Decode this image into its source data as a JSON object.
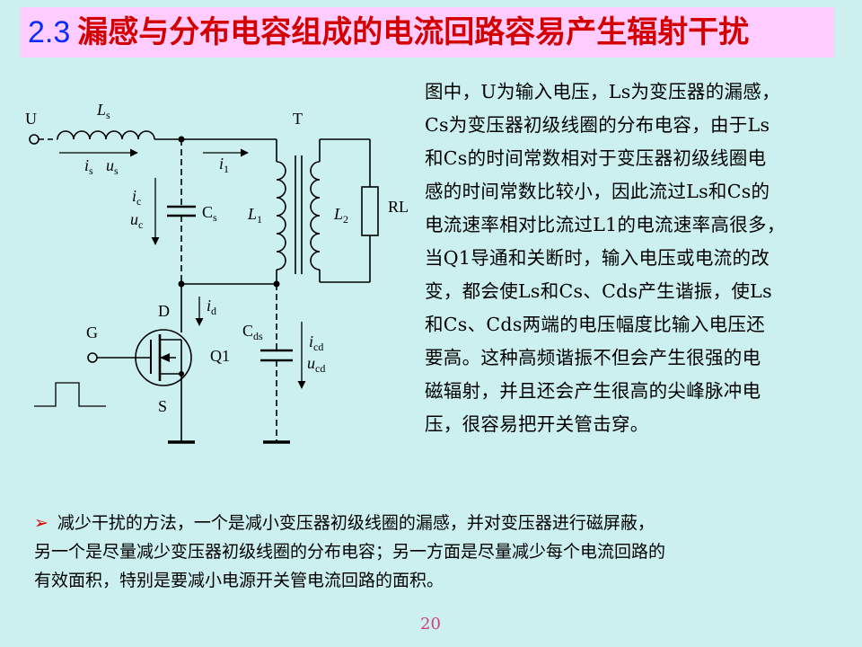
{
  "title": {
    "number": "2.3",
    "text": "漏感与分布电容组成的电流回路容易产生辐射干扰"
  },
  "paragraph_lines": [
    "图中，U为输入电压，Ls为变压器的漏感，",
    "Cs为变压器初级线圈的分布电容，由于Ls",
    "和Cs的时间常数相对于变压器初级线圈电",
    "感的时间常数比较小，因此流过Ls和Cs的",
    "电流速率相对比流过L1的电流速率高很多，",
    "当Q1导通和关断时，输入电压或电流的改",
    "变，都会使Ls和Cs、Cds产生谐振，使Ls",
    "和Cs、Cds两端的电压幅度比输入电压还",
    "要高。这种高频谐振不但会产生很强的电",
    "磁辐射，并且还会产生很高的尖峰脉冲电",
    "压，很容易把开关管击穿。"
  ],
  "bullet": {
    "marker": "➢",
    "lines": [
      "减少干扰的方法，一个是减小变压器初级线圈的漏感，并对变压器进行磁屏蔽，",
      "另一个是尽量减少变压器初级线圈的分布电容；另一方面是尽量减少每个电流回路的",
      "有效面积，特别是要减小电源开关管电流回路的面积。"
    ]
  },
  "page_number": "20",
  "circuit": {
    "U": "U",
    "Ls": "L",
    "Ls_sub": "s",
    "T": "T",
    "is": "i",
    "is_sub": "s",
    "us": "u",
    "us_sub": "s",
    "i1": "i",
    "i1_sub": "1",
    "ic": "i",
    "ic_sub": "c",
    "uc": "u",
    "uc_sub": "c",
    "Cs": "C",
    "Cs_sub": "s",
    "L1": "L",
    "L1_sub": "1",
    "L2": "L",
    "L2_sub": "2",
    "RL": "RL",
    "D": "D",
    "id": "i",
    "id_sub": "d",
    "G": "G",
    "Q1": "Q1",
    "S": "S",
    "Cds": "C",
    "Cds_sub": "ds",
    "icd": "i",
    "icd_sub": "cd",
    "ucd": "u",
    "ucd_sub": "cd"
  }
}
